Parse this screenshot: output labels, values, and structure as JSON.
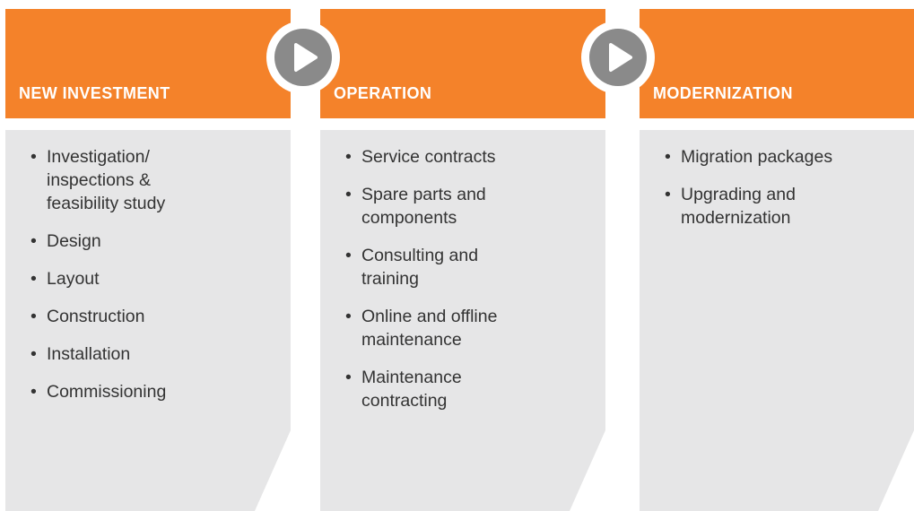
{
  "colors": {
    "header": "#f4822a",
    "body": "#e6e6e7",
    "arrow": "#8a8a8a",
    "text": "#333333"
  },
  "columns": [
    {
      "title": "NEW INVESTMENT",
      "items": [
        "Investigation/ inspections & feasibility study",
        "Design",
        "Layout",
        "Construction",
        "Installation",
        "Commissioning"
      ]
    },
    {
      "title": "OPERATION",
      "items": [
        "Service contracts",
        "Spare parts and components",
        "Consulting and training",
        "Online and offline maintenance",
        "Maintenance contracting"
      ]
    },
    {
      "title": "MODERNIZATION",
      "items": [
        "Migration packages",
        "Upgrading and modernization"
      ]
    }
  ],
  "connectors": [
    {
      "icon": "play-arrow-icon"
    },
    {
      "icon": "play-arrow-icon"
    }
  ]
}
